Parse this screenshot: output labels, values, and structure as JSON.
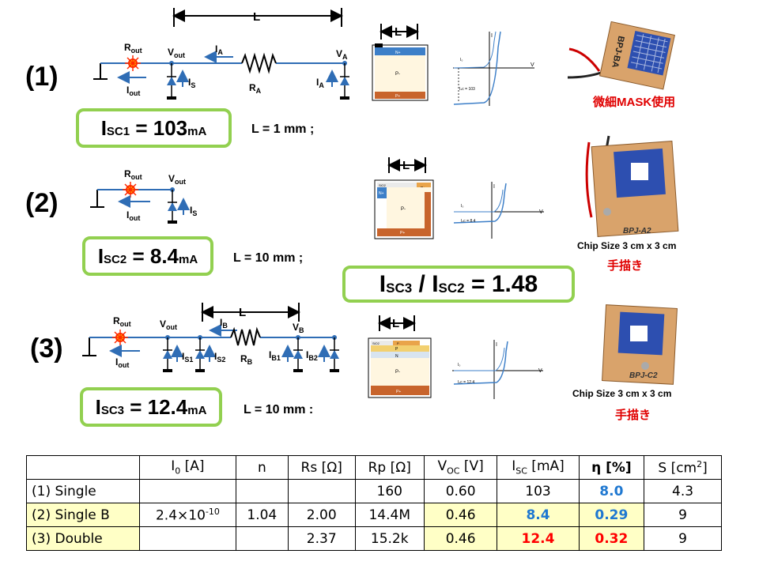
{
  "rows": [
    {
      "label": "(1)",
      "isc_main": "I",
      "isc_sub": "SC1",
      "isc_eq": " = 103",
      "isc_unit": "mA",
      "L_note": "L = 1 mm ;"
    },
    {
      "label": "(2)",
      "isc_main": "I",
      "isc_sub": "SC2",
      "isc_eq": " = 8.4",
      "isc_unit": "mA",
      "L_note": "L = 10 mm ;"
    },
    {
      "label": "(3)",
      "isc_main": "I",
      "isc_sub": "SC3",
      "isc_eq": " = 12.4",
      "isc_unit": "mA",
      "L_note": "L = 10 mm :"
    }
  ],
  "ratio": {
    "a": "I",
    "a_sub": "SC3",
    "sep": " / I",
    "b_sub": "SC2",
    "eq": " = 1.48"
  },
  "circuit_labels": {
    "L": "L",
    "Rout": "R",
    "Rout_sub": "out",
    "Vout": "V",
    "Vout_sub": "out",
    "Iout": "I",
    "Iout_sub": "out",
    "IA": "I",
    "IA_sub": "A",
    "VA": "V",
    "VA_sub": "A",
    "RA": "R",
    "RA_sub": "A",
    "Is": "I",
    "Is_sub": "S",
    "IB": "I",
    "IB_sub": "B",
    "VB": "V",
    "VB_sub": "B",
    "RB": "R",
    "RB_sub": "B",
    "Is1": "I",
    "Is1_sub": "S1",
    "Is2": "I",
    "Is2_sub": "S2",
    "IB1": "I",
    "IB1_sub": "B1",
    "IB2": "I",
    "IB2_sub": "B2"
  },
  "cross_section_labels": {
    "Nplus": "N+",
    "Pminus": "P-",
    "Pplus": "P+",
    "SiO2": "SiO2",
    "P": "P",
    "N": "N"
  },
  "iv_labels": {
    "I": "I",
    "V": "V",
    "Io": "I₀",
    "isc1": "Iₛc = 103",
    "isc2": "Iₛc = 8.4",
    "isc3": "Iₛc = 12.4"
  },
  "photos": [
    {
      "chip_text": "BPJ-BA",
      "caption": "微細MASK使用"
    },
    {
      "chip_text": "BPJ-A2",
      "size_note": "Chip Size  3 cm x 3 cm",
      "caption": "手描き"
    },
    {
      "chip_text": "BPJ-C2",
      "size_note": "Chip Size  3 cm x 3 cm",
      "caption": "手描き"
    }
  ],
  "table": {
    "headers": [
      "",
      "I0 [A]",
      "n",
      "Rs [Ω]",
      "Rp [Ω]",
      "VOC [V]",
      "ISC [mA]",
      "η [%]",
      "S [cm2]"
    ],
    "rows": [
      [
        "(1) Single",
        "",
        "",
        "",
        "160",
        "0.60",
        "103",
        "8.0",
        "4.3"
      ],
      [
        "(2) Single B",
        "2.4×10-10",
        "1.04",
        "2.00",
        "14.4M",
        "0.46",
        "8.4",
        "0.29",
        "9"
      ],
      [
        "(3) Double",
        "",
        "",
        "2.37",
        "15.2k",
        "0.46",
        "12.4",
        "0.32",
        "9"
      ]
    ],
    "i0_base": "2.4×10",
    "i0_exp": "-10"
  },
  "colors": {
    "green": "#92d050",
    "blue": "#1f78d1",
    "red": "#ff0000",
    "highlight": "#ffffc6",
    "diode": "#2f6db5"
  }
}
